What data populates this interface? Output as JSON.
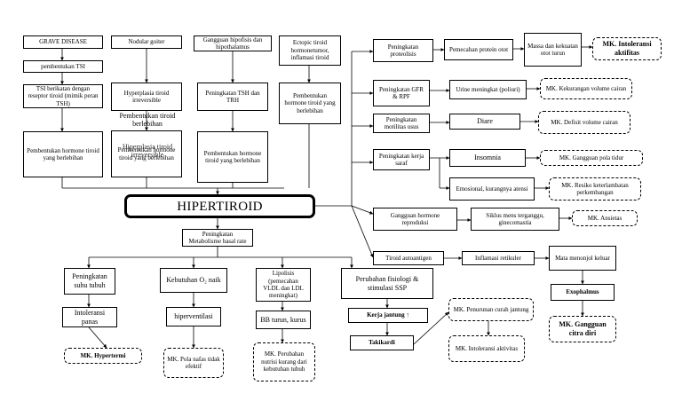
{
  "diagram": {
    "center": "HIPERTIROID",
    "causes": {
      "grave": "GRAVE DISEASE",
      "grave_1": "pembentukan TSI",
      "grave_2": "TSI berikatan dengan reseptor tiroid (mimik peran TSH)",
      "grave_3": "Pembentukan hormone tiroid yang berlebihan",
      "nodular": "Nodular goiter",
      "nodular_1": "Hyperplasia tiroid irreversible",
      "nodular_2": "Pembentukan hormone tiroid yang berlebihan",
      "nodular_overlap_a": "Pembentukan tiroid berlebihan",
      "nodular_overlap_b": "Hiperplasia tiroid irreversible",
      "hipofisis": "Gangguan hipofisis dan hipothalamus",
      "hipofisis_1": "Peningkatan TSH dan TRH",
      "hipofisis_2": "Pembentukan hormone tiroid yang berlebihan",
      "ectopic": "Ectopic tiroid hormonetumor, inflamasi tiroid",
      "ectopic_1": "Pembentukan hormone tiroid yang berlebihan"
    },
    "metabolism": {
      "root": "Peningkatan Metabolisme basal rate",
      "suhu": "Peningkatan suhu tubuh",
      "panas": "Intoleransi panas",
      "mk_hipertermi": "MK. Hypertermi",
      "oksigen": "Kebutuhan O₂ naik",
      "hiperventilasi": "hiperventilasi",
      "mk_napas": "MK. Pola nafas tidak efektif",
      "lipolisis": "Lipolisis (pemecahan VLDL dan LDL meningkat)",
      "bb": "BB turun, kurus",
      "mk_nutrisi": "MK. Perubahan nutrisi kurang dari kebutuhan tubuh",
      "ssp": "Perubahan fisiologi & stimulasi SSP",
      "jantung": "Kerja jantung ↑",
      "takikardi": "Takikardi",
      "mk_curah": "MK. Penurunan curah jantung",
      "mk_aktivitas": "MK. Intoleransi aktivitas"
    },
    "right": {
      "proteolisis": "Peningkatan proteolisis",
      "pemecahan": "Pemecahan protein otot",
      "massa": "Massa dan kekuatan otot turun",
      "mk_intoleransi": "MK. Intoleransi aktifitas",
      "gfr": "Peningkatan GFR & RPF",
      "urine": "Urine meningkat (poliuri)",
      "mk_cairan": "MK. Kekurangan volume cairan",
      "motilitas": "Peningkatan motilitas usus",
      "diare": "Diare",
      "mk_defisit": "MK. Defisit volume cairan",
      "saraf": "Peningkatan kerja saraf",
      "insomnia": "Insomnia",
      "mk_tidur": "MK. Gangguan pola tidur",
      "emosional": "Emosional, kurangnya atensi",
      "mk_kembang": "MK. Resiko keterlambatan perkembangan",
      "reproduksi": "Gangguan hormone reproduksi",
      "siklus": "Siklus mens terganggu, ginecomastia",
      "mk_ansietas": "MK. Ansietas",
      "autoantigen": "Tiroid autoantigen",
      "inflamasi": "Inflamasi retikuler",
      "mata": "Mata menonjol keluar",
      "exophalmus": "Exophalmus",
      "mk_citra": "MK. Gangguan citra diri"
    }
  }
}
